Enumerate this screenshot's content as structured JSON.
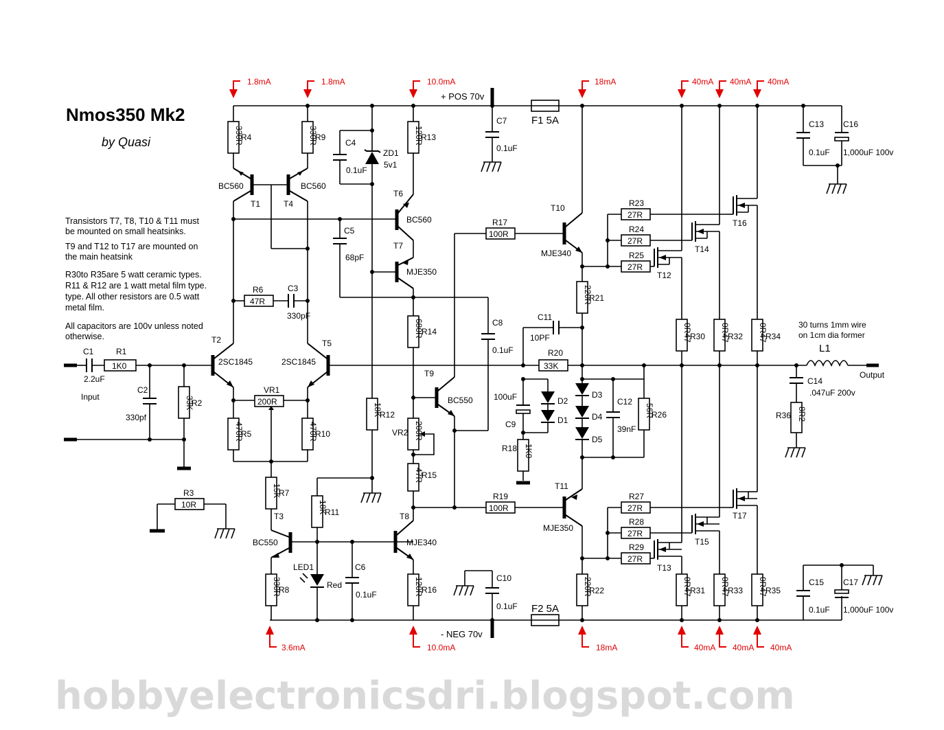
{
  "title": "Nmos350 Mk2",
  "author": "by Quasi",
  "watermark": "hobbyelectronicsdri.blogspot.com",
  "notes": [
    "Transistors T7, T8, T10 & T11 must",
    "be mounted on small heatsinks.",
    "T9 and T12 to T17 are mounted on",
    "the main heatsink",
    "R30to R35are 5 watt ceramic types.",
    "R11 & R12 are 1 watt metal film type.",
    "type.  All other resistors are 0.5 watt",
    "metal film.",
    "All capacitors are 100v unless noted",
    "otherwise."
  ],
  "coil_note": [
    "30 turns 1mm wire",
    "on 1cm dia former"
  ],
  "rails": {
    "pos": "+ POS 70v",
    "neg": "- NEG 70v"
  },
  "fuses": {
    "F1": "F1  5A",
    "F2": "F2  5A"
  },
  "io": {
    "input": "Input",
    "output": "Output"
  },
  "currents": {
    "top": [
      "1.8mA",
      "1.8mA",
      "10.0mA",
      "18mA",
      "40mA",
      "40mA",
      "40mA"
    ],
    "bottom": [
      "3.6mA",
      "10.0mA",
      "18mA",
      "40mA",
      "40mA",
      "40mA"
    ]
  },
  "resistors": {
    "R1": {
      "name": "R1",
      "value": "1K0"
    },
    "R2": {
      "name": "R2",
      "value": "33K"
    },
    "R3": {
      "name": "R3",
      "value": "10R"
    },
    "R4": {
      "name": "R4",
      "value": "330R"
    },
    "R5": {
      "name": "R5",
      "value": "470R"
    },
    "R6": {
      "name": "R6",
      "value": "47R"
    },
    "R7": {
      "name": "R7",
      "value": "15K"
    },
    "R8": {
      "name": "R8",
      "value": "330R"
    },
    "R9": {
      "name": "R9",
      "value": "330R"
    },
    "R10": {
      "name": "R10",
      "value": "470R"
    },
    "R11": {
      "name": "R11",
      "value": "18K"
    },
    "R12": {
      "name": "R12",
      "value": "18K"
    },
    "R13": {
      "name": "R13",
      "value": "120R"
    },
    "R14": {
      "name": "R14",
      "value": "680R"
    },
    "R15": {
      "name": "R15",
      "value": "47R"
    },
    "R16": {
      "name": "R16",
      "value": "120R"
    },
    "R17": {
      "name": "R17",
      "value": "100R"
    },
    "R18": {
      "name": "R18",
      "value": "1K0"
    },
    "R19": {
      "name": "R19",
      "value": "100R"
    },
    "R20": {
      "name": "R20",
      "value": "33K"
    },
    "R21": {
      "name": "R21",
      "value": "220R"
    },
    "R22": {
      "name": "R22",
      "value": "220R"
    },
    "R23": {
      "name": "R23",
      "value": "27R"
    },
    "R24": {
      "name": "R24",
      "value": "27R"
    },
    "R25": {
      "name": "R25",
      "value": "27R"
    },
    "R26": {
      "name": "R26",
      "value": "56R"
    },
    "R27": {
      "name": "R27",
      "value": "27R"
    },
    "R28": {
      "name": "R28",
      "value": "27R"
    },
    "R29": {
      "name": "R29",
      "value": "27R"
    },
    "R30": {
      "name": "R30",
      "value": "0R47"
    },
    "R31": {
      "name": "R31",
      "value": "0R47"
    },
    "R32": {
      "name": "R32",
      "value": "0R47"
    },
    "R33": {
      "name": "R33",
      "value": "0R47"
    },
    "R34": {
      "name": "R34",
      "value": "0R47"
    },
    "R35": {
      "name": "R35",
      "value": "0R47"
    },
    "R36": {
      "name": "R36",
      "value": "8R2"
    },
    "VR1": {
      "name": "VR1",
      "value": "200R"
    },
    "VR2": {
      "name": "VR2",
      "value": "200R"
    }
  },
  "capacitors": {
    "C1": {
      "name": "C1",
      "value": "2.2uF"
    },
    "C2": {
      "name": "C2",
      "value": "330pf"
    },
    "C3": {
      "name": "C3",
      "value": "330pF"
    },
    "C4": {
      "name": "C4",
      "value": "0.1uF"
    },
    "C5": {
      "name": "C5",
      "value": "68pF"
    },
    "C6": {
      "name": "C6",
      "value": "0.1uF"
    },
    "C7": {
      "name": "C7",
      "value": "0.1uF"
    },
    "C8": {
      "name": "C8",
      "value": "0.1uF"
    },
    "C9": {
      "name": "C9",
      "value": "100uF"
    },
    "C10": {
      "name": "C10",
      "value": "0.1uF"
    },
    "C11": {
      "name": "C11",
      "value": "10PF"
    },
    "C12": {
      "name": "C12",
      "value": "39nF"
    },
    "C13": {
      "name": "C13",
      "value": "0.1uF"
    },
    "C14": {
      "name": "C14",
      "value": ".047uF 200v"
    },
    "C15": {
      "name": "C15",
      "value": "0.1uF"
    },
    "C16": {
      "name": "C16",
      "value": "1,000uF 100v"
    },
    "C17": {
      "name": "C17",
      "value": "1,000uF 100v"
    }
  },
  "transistors": {
    "T1": {
      "name": "T1",
      "type": "BC560"
    },
    "T2": {
      "name": "T2",
      "type": "2SC1845"
    },
    "T3": {
      "name": "T3",
      "type": "BC550"
    },
    "T4": {
      "name": "T4",
      "type": "BC560"
    },
    "T5": {
      "name": "T5",
      "type": "2SC1845"
    },
    "T6": {
      "name": "T6",
      "type": "BC560"
    },
    "T7": {
      "name": "T7",
      "type": "MJE350"
    },
    "T8": {
      "name": "T8",
      "type": "MJE340"
    },
    "T9": {
      "name": "T9",
      "type": "BC550"
    },
    "T10": {
      "name": "T10",
      "type": "MJE340"
    },
    "T11": {
      "name": "T11",
      "type": "MJE350"
    },
    "T12": {
      "name": "T12"
    },
    "T13": {
      "name": "T13"
    },
    "T14": {
      "name": "T14"
    },
    "T15": {
      "name": "T15"
    },
    "T16": {
      "name": "T16"
    },
    "T17": {
      "name": "T17"
    }
  },
  "diodes": {
    "ZD1": {
      "name": "ZD1",
      "value": "5v1"
    },
    "LED1": {
      "name": "LED1",
      "value": "Red"
    },
    "D1": {
      "name": "D1"
    },
    "D2": {
      "name": "D2"
    },
    "D3": {
      "name": "D3"
    },
    "D4": {
      "name": "D4"
    },
    "D5": {
      "name": "D5"
    }
  },
  "inductor": {
    "name": "L1"
  }
}
